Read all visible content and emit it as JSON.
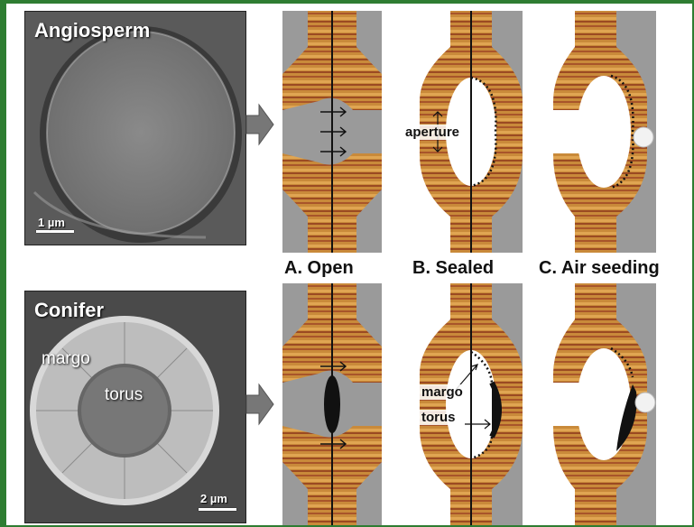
{
  "micrographs": {
    "angiosperm": {
      "label": "Angiosperm",
      "scale": "1 µm"
    },
    "conifer": {
      "label": "Conifer",
      "margo": "margo",
      "torus": "torus",
      "scale": "2 µm"
    }
  },
  "captions": [
    "A. Open",
    "B. Sealed",
    "C. Air seeding"
  ],
  "annotations": {
    "aperture": "aperture",
    "margo": "margo",
    "torus": "torus"
  },
  "colors": {
    "frame": "#2e7d32",
    "wood": "#c98a3a",
    "background_gray": "#9a9a9a"
  }
}
